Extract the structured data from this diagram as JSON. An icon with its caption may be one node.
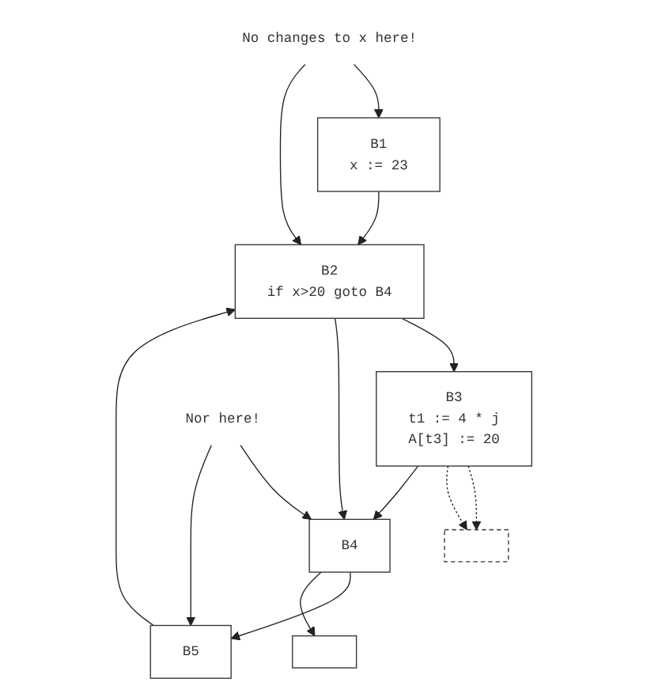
{
  "diagram": {
    "nodes": [
      {
        "text": [
          "B1",
          "x := 23"
        ]
      },
      {
        "text": [
          "B2",
          "if x>20 goto B4"
        ]
      },
      {
        "text": [
          "B3",
          "t1 := 4 * j",
          "A[t3] := 20"
        ]
      },
      {
        "text": [],
        "shape": "box"
      },
      {
        "text": [
          "B4"
        ]
      },
      {
        "text": [
          "B5"
        ]
      },
      {
        "text": [],
        "shape": "box"
      },
      {
        "text": [
          "No changes to x here!"
        ]
      },
      {
        "text": [
          "Nor here!"
        ]
      }
    ],
    "edges": [
      {
        "from": 0,
        "to": 1,
        "arrow": "to"
      },
      {
        "from": 1,
        "to": 2,
        "arrow": "to"
      },
      {
        "from": 1,
        "to": 4,
        "arrow": "to"
      },
      {
        "from": 2,
        "to": 3,
        "arrow": "to",
        "style": "dashed"
      },
      {
        "from": 2,
        "to": 3,
        "arrow": "to",
        "style": "dashed"
      },
      {
        "from": 2,
        "to": 4,
        "arrow": "to"
      },
      {
        "from": 4,
        "to": 5,
        "arrow": "to"
      },
      {
        "from": 4,
        "to": 6,
        "arrow": "to"
      },
      {
        "from": 5,
        "to": 1,
        "arrow": "to"
      },
      {
        "from": 7,
        "to": 0,
        "arrow": "to"
      },
      {
        "from": 7,
        "to": 1,
        "arrow": "to"
      },
      {
        "from": 8,
        "to": 4,
        "arrow": "to"
      },
      {
        "from": 8,
        "to": 5,
        "arrow": "to"
      }
    ]
  }
}
